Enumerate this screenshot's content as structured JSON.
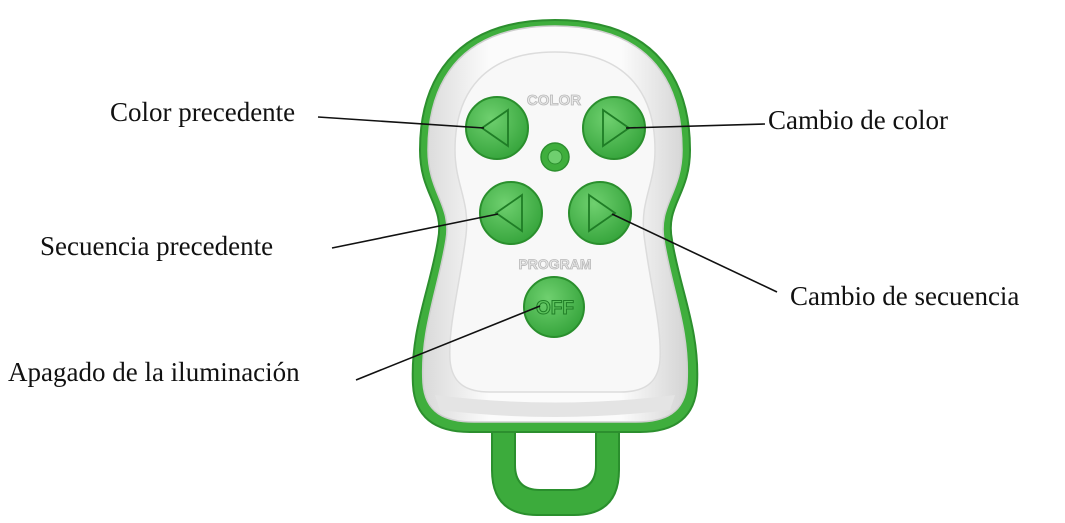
{
  "remote": {
    "color_section_label": "COLOR",
    "program_section_label": "PROGRAM",
    "off_button_label": "OFF"
  },
  "callouts": {
    "previous_color": "Color precedente",
    "next_color": "Cambio de color",
    "previous_sequence": "Secuencia precedente",
    "next_sequence": "Cambio de secuencia",
    "lights_off": "Apagado de la iluminación"
  },
  "colors": {
    "button_green": "#4cb855",
    "housing_green": "#3fae3d",
    "housing_white": "#f7f7f7"
  }
}
